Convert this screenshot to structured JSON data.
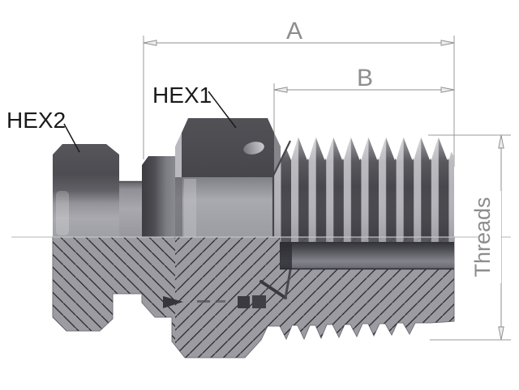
{
  "drawing": {
    "dim_a_label": "A",
    "dim_b_label": "B",
    "threads_label": "Threads",
    "hex1_label": "HEX1",
    "hex2_label": "HEX2",
    "colors": {
      "background": "#ffffff",
      "dimension_line": "#8f8f8f",
      "dimension_text": "#8d8d8d",
      "callout_text": "#1a1a1a",
      "centerline": "#b5b5b5",
      "metal_light": "#a9a9af",
      "metal_dark": "#4b4b50",
      "section_fill": "#9b9ba1",
      "hatch_line": "#232327",
      "bore_dark": "#36363c"
    }
  }
}
